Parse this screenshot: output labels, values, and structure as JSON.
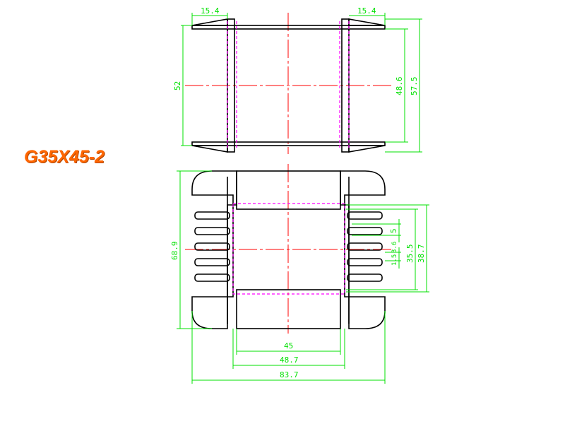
{
  "title": "G35X45-2",
  "top_view": {
    "dims": {
      "left_flange": "15.4",
      "right_flange": "15.4",
      "height_left": "52",
      "inner_height": "48.6",
      "outer_height": "57.5"
    }
  },
  "front_view": {
    "dims": {
      "height": "68.9",
      "slot_pitch": "5",
      "slot_a": "3.6",
      "slot_b": "1.5",
      "window_height": "35.5",
      "outer_window_height": "38.7",
      "window_width": "45",
      "body_width": "48.7",
      "overall_width": "83.7"
    }
  },
  "colors": {
    "title": "#ff6600",
    "dimension": "#00e000",
    "centerline": "#ff0000",
    "hidden": "#ff00ff",
    "outline": "#000000"
  }
}
